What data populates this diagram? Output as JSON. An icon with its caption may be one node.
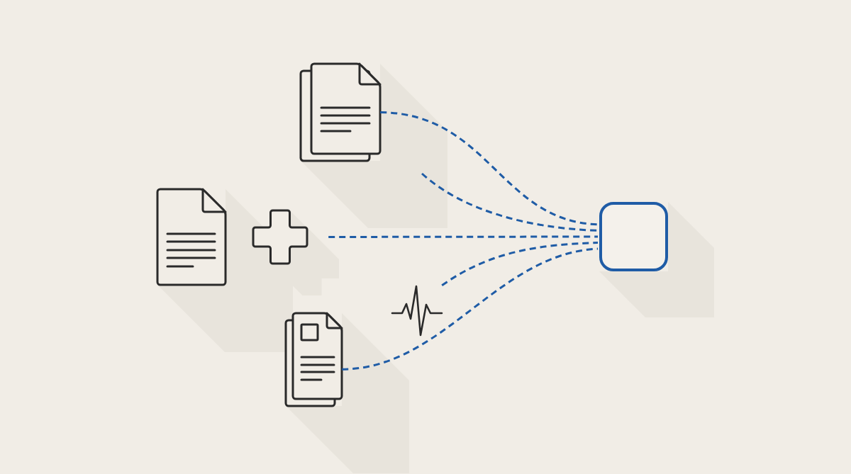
{
  "diagram": {
    "nodes": [
      {
        "text": [],
        "shape": "documents"
      },
      {
        "text": [],
        "shape": "document"
      },
      {
        "text": [],
        "shape": "cross"
      },
      {
        "text": [],
        "shape": "waveform"
      },
      {
        "text": [],
        "shape": "documents"
      },
      {
        "text": [],
        "shape": "box"
      }
    ],
    "edges": [
      {
        "from": 0,
        "to": 5,
        "arrow": "none",
        "style": "dashed"
      },
      {
        "from": null,
        "to": 5,
        "arrow": "none",
        "style": "dashed"
      },
      {
        "from": 2,
        "to": 5,
        "arrow": "none",
        "style": "dashed"
      },
      {
        "from": 3,
        "to": 5,
        "arrow": "none",
        "style": "dashed"
      },
      {
        "from": 4,
        "to": 5,
        "arrow": "none",
        "style": "dashed"
      }
    ]
  }
}
